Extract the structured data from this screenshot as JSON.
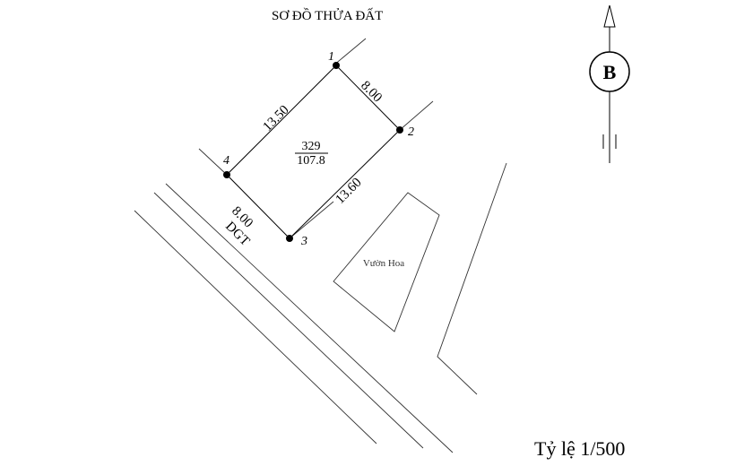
{
  "title": "SƠ ĐỒ THỬA ĐẤT",
  "north_label": "B",
  "scale_text": "Tỷ lệ 1/500",
  "parcel": {
    "number": "329",
    "area": "107.8"
  },
  "vertices": [
    "1",
    "2",
    "3",
    "4"
  ],
  "edges": {
    "e12": "8.00",
    "e23": "13.60",
    "e34": "8.00",
    "e41": "13.50"
  },
  "road_label": "DGT",
  "garden_label": "Vườn Hoa"
}
